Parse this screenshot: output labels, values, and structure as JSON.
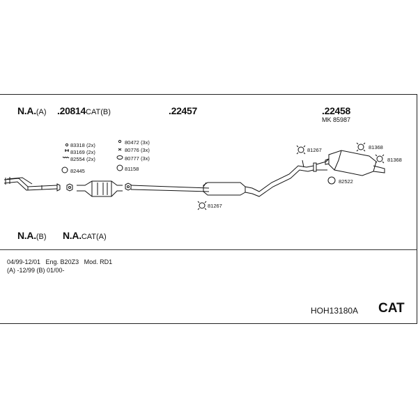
{
  "header_labels": {
    "na_a": "N.A.",
    "na_a_suffix": "(A)",
    "p20814": ".20814",
    "p20814_suffix": "CAT(B)",
    "p22457": ".22457",
    "p22458": ".22458",
    "mk": "MK 85987"
  },
  "parts": {
    "k83318": "83318 (2x)",
    "k83169": "83169 (2x)",
    "k82554": "82554 (2x)",
    "k82445": "82445",
    "k80472": "80472 (3x)",
    "k80776": "80776 (3x)",
    "k80777": "80777 (3x)",
    "k81158": "81158",
    "k81267a": "81267",
    "k81267b": "81267",
    "k81368a": "81368",
    "k81368b": "81368",
    "k82522": "82522"
  },
  "lower_labels": {
    "na_b": "N.A.",
    "na_b_suffix": "(B)",
    "na_cat": "N.A.",
    "na_cat_suffix": "CAT(A)"
  },
  "info": {
    "line1": "04/99-12/01   Eng. B20Z3   Mod. RD1",
    "line2": "(A) -12/99 (B) 01/00-"
  },
  "footer": {
    "code": "HOH13180A",
    "cat": "CAT"
  }
}
